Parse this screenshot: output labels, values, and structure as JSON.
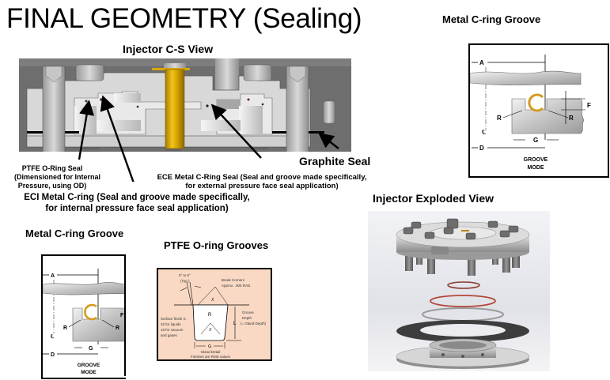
{
  "slide": {
    "title": "FINAL GEOMETRY (Sealing)"
  },
  "cross_section": {
    "heading": "Injector C-S View",
    "labels": {
      "ptfe_oring_seal": [
        "PTFE O-Ring Seal",
        "(Dimensioned for Internal",
        "Pressure, using OD)"
      ],
      "eci_metal_cring": [
        "ECI Metal C-ring (Seal and groove made specifically,",
        "for internal pressure face seal application)"
      ],
      "ece_metal_cring": [
        "ECE Metal C-Ring Seal (Seal and groove made specifically,",
        "for external pressure face seal application)"
      ],
      "graphite_seal": "Graphite Seal"
    }
  },
  "metal_cring_groove_top": {
    "heading": "Metal C-ring Groove",
    "dims": {
      "a": "A",
      "d": "D",
      "f": "F",
      "g": "G",
      "r_left": "R",
      "r_right": "R",
      "centerline": "℄"
    },
    "caption": [
      "GROOVE",
      "MODE"
    ]
  },
  "metal_cring_groove_bottom": {
    "heading": "Metal C-ring Groove",
    "dims": {
      "a": "A",
      "d": "D",
      "f": "F",
      "g": "G",
      "r_left": "R",
      "r_right": "R",
      "centerline": "℄"
    },
    "caption": [
      "GROOVE",
      "MODE"
    ]
  },
  "ptfe_oring_grooves": {
    "heading": "PTFE O-ring Grooves",
    "angle_note": [
      "0° to 5°",
      "(Typ.)"
    ],
    "break_corners": [
      "Break Corners",
      "Approx. .005 RAD."
    ],
    "surface_finish": [
      "Surface finish X:",
      "32 for liquids",
      "16 for vacuum",
      "and gases"
    ],
    "groove_depth": [
      "Groove",
      "Depth",
      "(= Gland Depth)"
    ],
    "dims": {
      "r": "R",
      "l": "L",
      "g": "G",
      "x": "X"
    },
    "footer": [
      "Gland Detail",
      "Finishes are RMS values"
    ],
    "background_color": "#f9d9c4"
  },
  "exploded_view": {
    "heading": "Injector Exploded View"
  }
}
